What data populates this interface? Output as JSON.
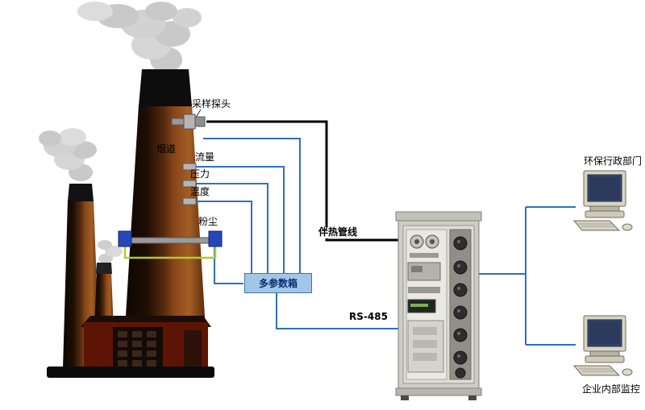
{
  "stack": {
    "sampling_probe_label": "采样探头",
    "flue_label": "烟道",
    "flow_label": "流量",
    "pressure_label": "压力",
    "temperature_label": "温度",
    "dust_label": "粉尘"
  },
  "multi_param_box": {
    "label": "多参数箱"
  },
  "connections": {
    "heat_traced_label": "伴热管线",
    "rs485_label": "RS-485"
  },
  "terminals": {
    "epa_label": "环保行政部门",
    "enterprise_label": "企业内部监控"
  },
  "colors": {
    "signal_blue": "#2e6fc4",
    "sample_line_black": "#000000",
    "multi_param_fill": "#a3c6e8",
    "multi_param_border": "#3f74b0",
    "multi_param_text": "#0a2e6e",
    "dust_sensor_blue": "#2547b8",
    "dust_loop_green": "#b4c832",
    "chimney_brown": "#87461a",
    "smoke_gray": "#c9c9c9",
    "cabinet_gray": "#cdcdc5"
  }
}
